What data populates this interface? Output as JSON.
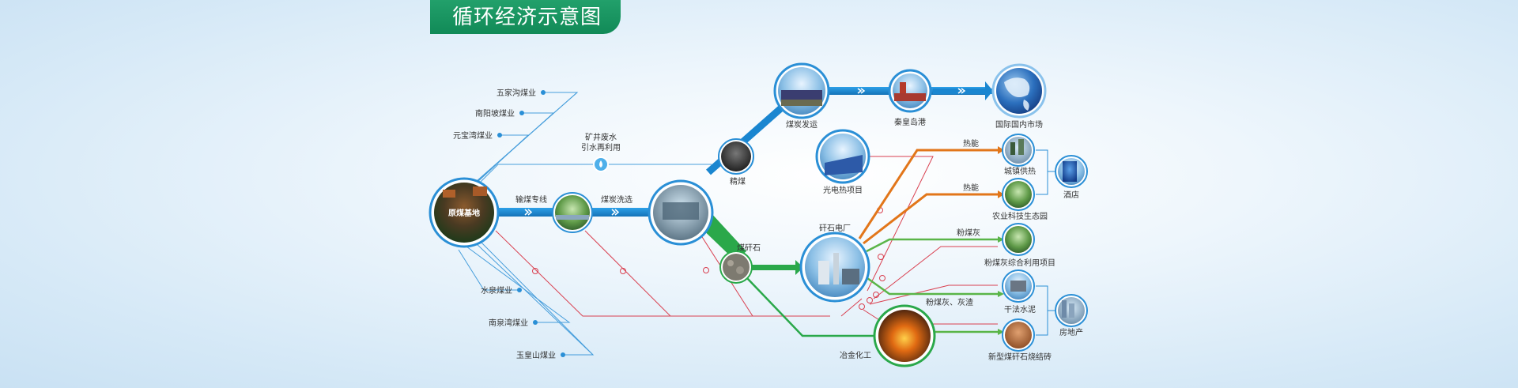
{
  "title": "循环经济示意图",
  "colors": {
    "title_bg": "#1a9a63",
    "blue_flow": "#1a86d0",
    "green_flow": "#2aa84a",
    "orange_flow": "#e2761a",
    "red_line": "#d94050",
    "node_ring": "#2a8fd6"
  },
  "mines_top": [
    "五家沟煤业",
    "南阳坡煤业",
    "元宝湾煤业"
  ],
  "mines_bottom": [
    "水泉煤业",
    "南泉湾煤业",
    "玉皇山煤业"
  ],
  "nodes": {
    "base": "原煤基地",
    "transfer": "输煤专线",
    "washing": "煤炭洗选",
    "water": "矿井废水\n引水再利用",
    "clean_coal": "精煤",
    "transport": "煤炭发运",
    "port": "秦皇岛港",
    "market": "国际国内市场",
    "solar": "光电热项目",
    "gangue": "煤矸石",
    "plant": "矸石电厂",
    "metal": "冶金化工",
    "heating": "城镇供热",
    "agri": "农业科技生态园",
    "hotel": "酒店",
    "ash_project": "粉煤灰综合利用项目",
    "cement": "干法水泥",
    "realestate": "房地产",
    "brick": "新型煤矸石烧结砖"
  },
  "flow_labels": {
    "heat1": "热能",
    "heat2": "热能",
    "ash": "粉煤灰",
    "ash_slag": "粉煤灰、灰渣"
  },
  "icons": [
    "arrow-chevron-icon",
    "electric-symbol-icon",
    "globe-icon",
    "water-drop-icon"
  ]
}
